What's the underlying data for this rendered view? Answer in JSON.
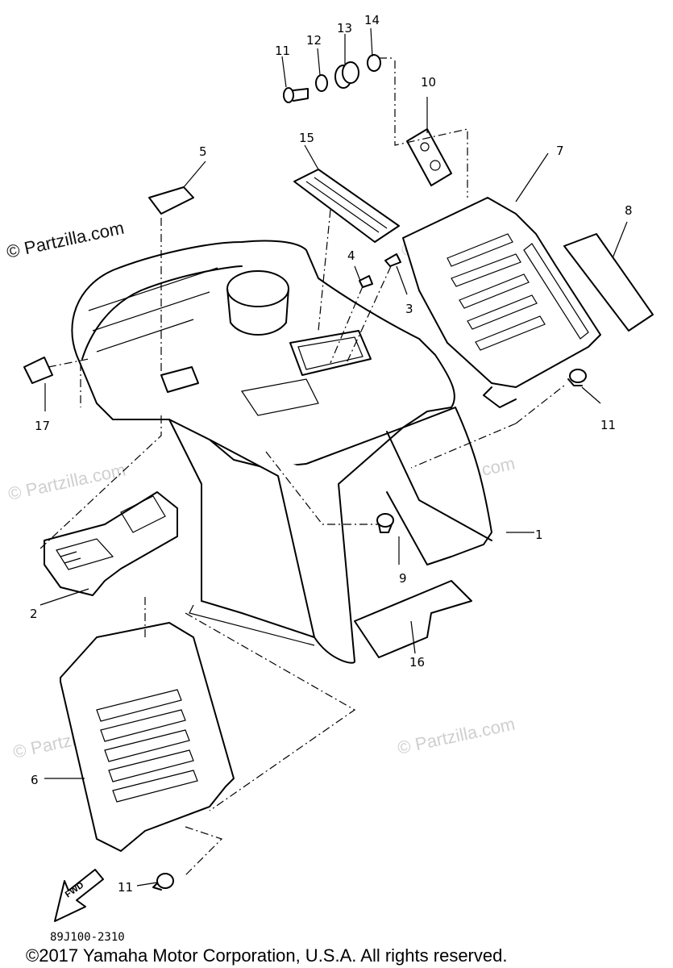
{
  "diagram": {
    "callouts": [
      "1",
      "2",
      "3",
      "4",
      "5",
      "6",
      "7",
      "8",
      "9",
      "10",
      "11",
      "12",
      "13",
      "14",
      "15",
      "16",
      "17"
    ],
    "callout_11_b": "11",
    "callout_11_c": "11",
    "fwd_label": "FWD",
    "drawing_code": "89J100-2310",
    "copyright": "©2017 Yamaha Motor Corporation, U.S.A. All rights reserved."
  },
  "watermarks": {
    "text": "© Partzilla.com",
    "text_dark": "© Partzilla.com"
  }
}
